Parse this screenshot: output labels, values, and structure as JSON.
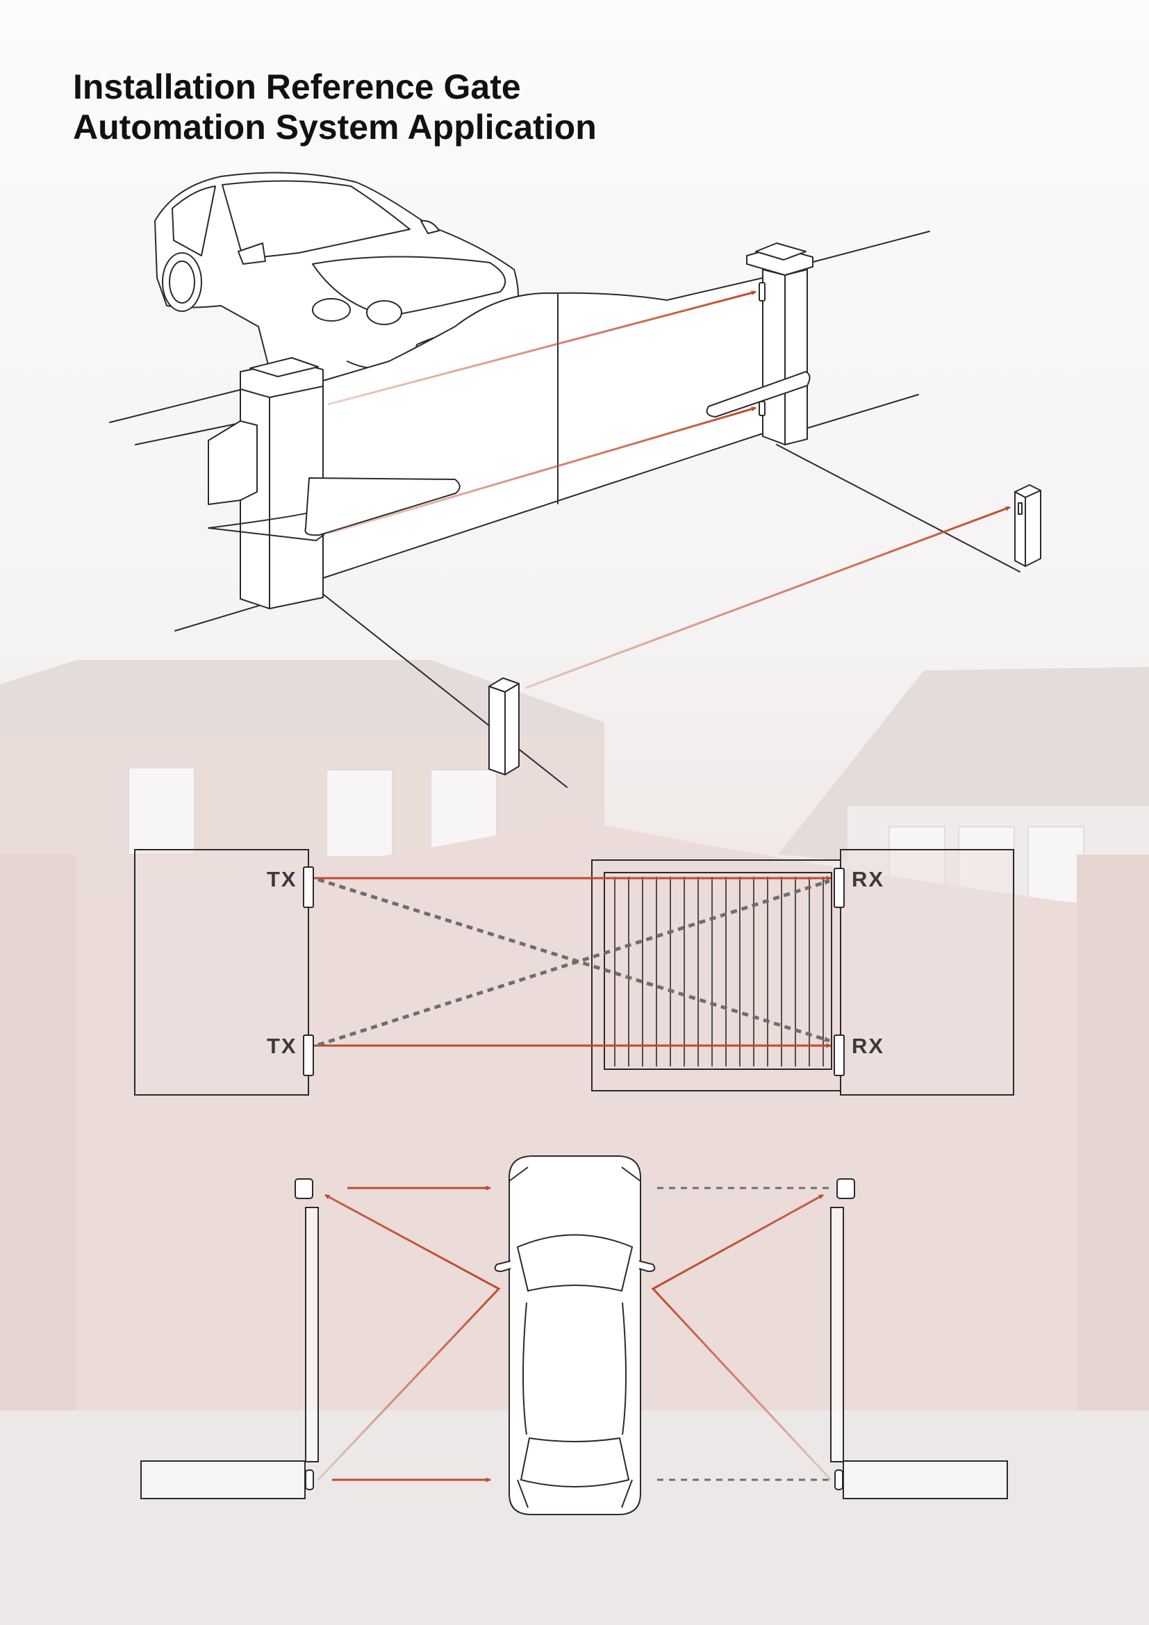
{
  "title": {
    "line1": "Installation Reference Gate",
    "line2": "Automation System Application"
  },
  "beam_diagram": {
    "tx_top": "TX",
    "tx_bottom": "TX",
    "rx_top": "RX",
    "rx_bottom": "RX"
  },
  "colors": {
    "beam": "#c04a2a",
    "cross_beam": "#6e6e6e",
    "line_art": "#2a2a2a",
    "label": "#3a3a3a",
    "background_photo_tint": "#e9dedc"
  },
  "icons": [
    "car-outline-icon",
    "gate-post-icon",
    "photocell-sensor-icon",
    "top-view-car-icon"
  ]
}
